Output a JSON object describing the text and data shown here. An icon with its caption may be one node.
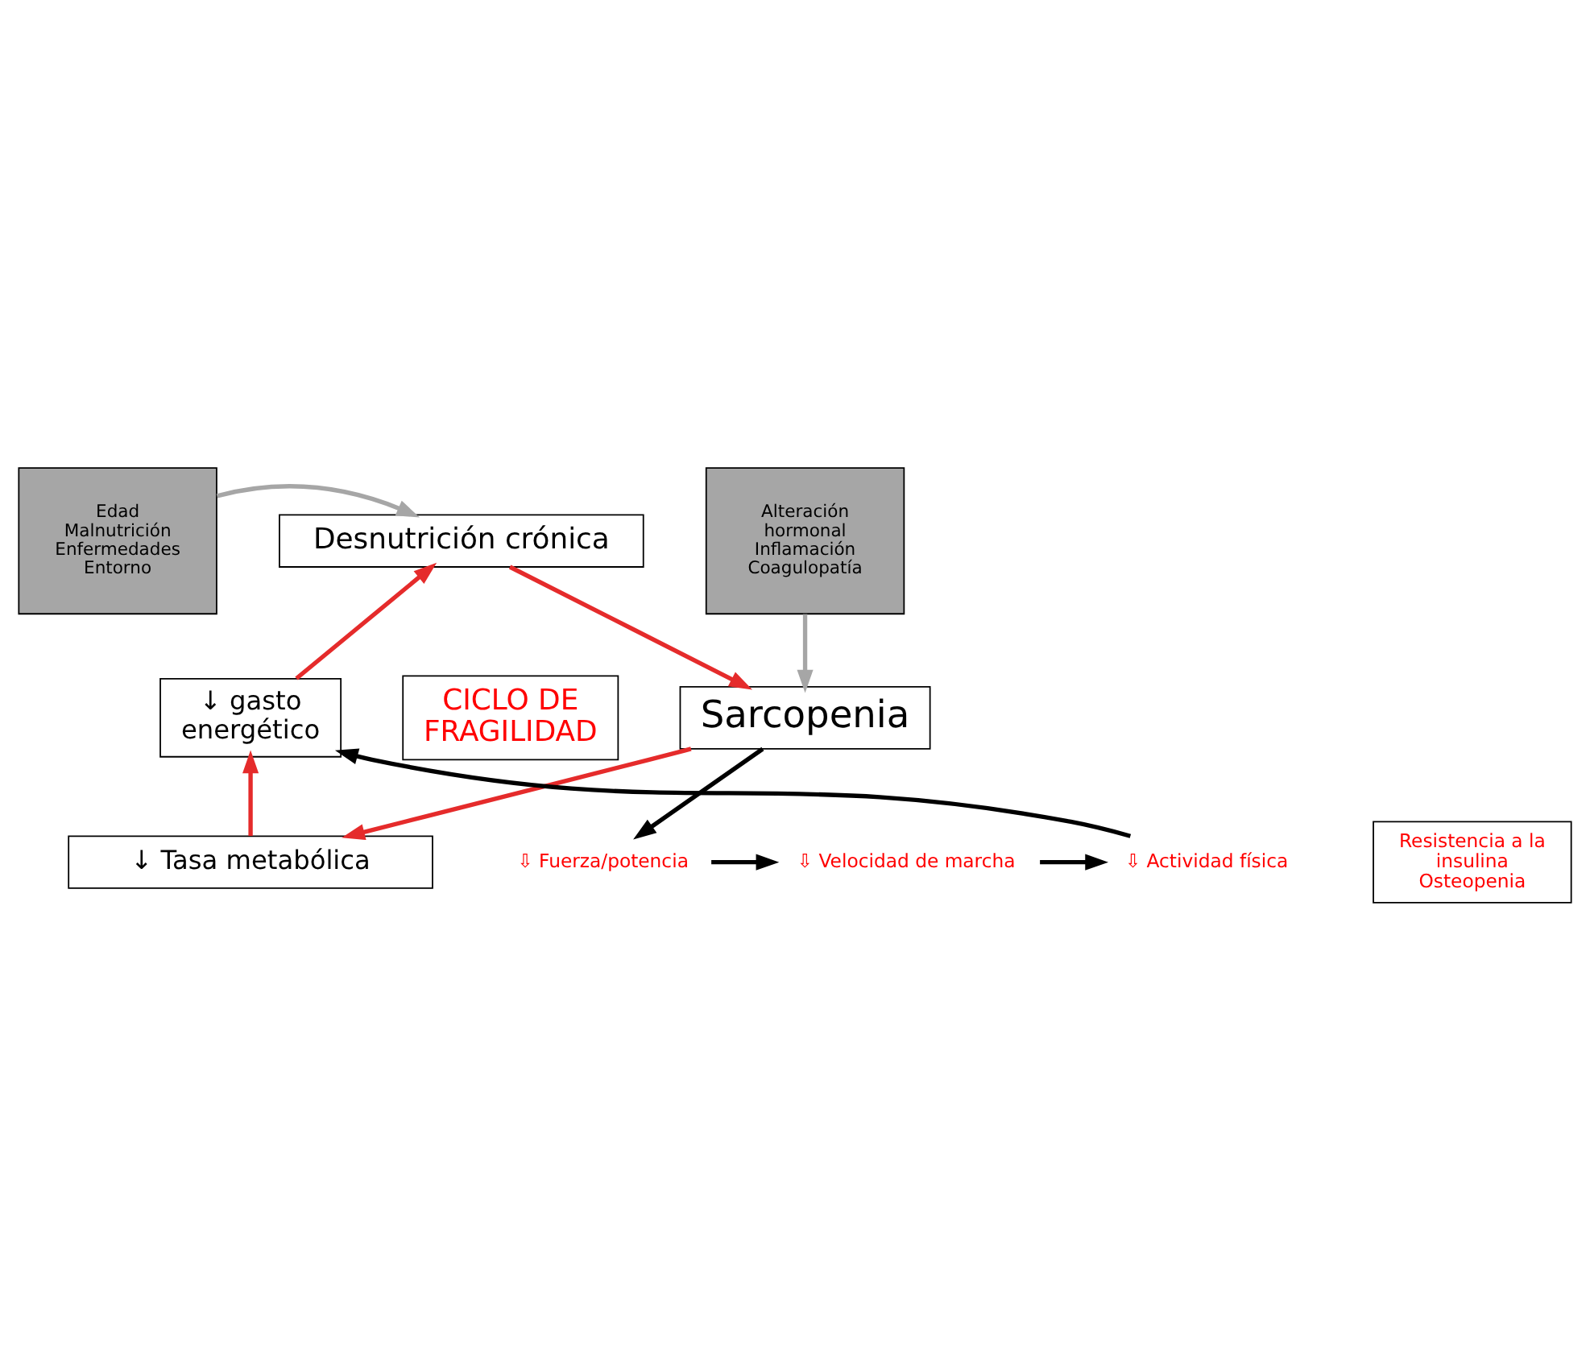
{
  "diagram": {
    "nodes": [
      {
        "text": [
          "Edad Malnutrición Enfermedades Entorno"
        ]
      },
      {
        "text": [
          "Desnutrición crónica"
        ]
      },
      {
        "text": [
          "Alteración hormonal Inflamación Coagulopatía"
        ]
      },
      {
        "text": [
          "Sarcopenia"
        ]
      },
      {
        "text": [
          "CICLO DE FRAGILIDAD"
        ]
      },
      {
        "text": [
          "↓ gasto energético"
        ]
      },
      {
        "text": [
          "↓ Tasa metabólica"
        ]
      },
      {
        "text": [
          "Resistencia a la insulina Osteopenia"
        ]
      },
      {
        "text": [
          "⇩ Fuerza/potencia"
        ]
      },
      {
        "text": [
          "⇩ Velocidad de marcha"
        ]
      },
      {
        "text": [
          "⇩ Actividad física"
        ]
      }
    ],
    "edges": [
      {
        "from": 0,
        "to": 1,
        "arrow": "to",
        "color": "#a6a6a6"
      },
      {
        "from": 2,
        "to": 3,
        "arrow": "to",
        "color": "#a6a6a6"
      },
      {
        "from": 1,
        "to": 3,
        "arrow": "to",
        "color": "#e52b2b"
      },
      {
        "from": 3,
        "to": 6,
        "arrow": "to",
        "color": "#e52b2b"
      },
      {
        "from": 6,
        "to": 5,
        "arrow": "to",
        "color": "#e52b2b"
      },
      {
        "from": 5,
        "to": 1,
        "arrow": "to",
        "color": "#e52b2b"
      },
      {
        "from": 3,
        "to": 8,
        "arrow": "to",
        "color": "#000000"
      },
      {
        "from": 8,
        "to": 9,
        "arrow": "to",
        "color": "#000000"
      },
      {
        "from": 9,
        "to": 10,
        "arrow": "to",
        "color": "#000000"
      },
      {
        "from": 10,
        "to": 5,
        "arrow": "to",
        "color": "#000000"
      }
    ]
  }
}
